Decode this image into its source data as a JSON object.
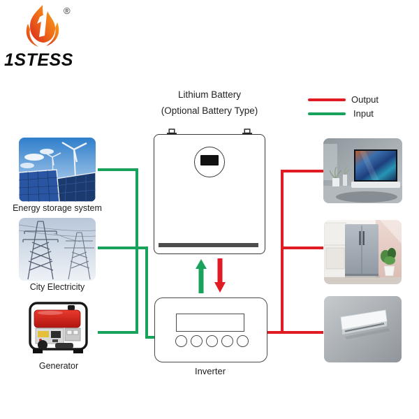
{
  "logo": {
    "brand": "1STESS",
    "registered_mark": "®"
  },
  "header": {
    "line1": "Lithium Battery",
    "line2": "(Optional Battery Type)"
  },
  "legend": {
    "output_label": "Output",
    "input_label": "Input",
    "output_color": "#e11b23",
    "input_color": "#17a35b"
  },
  "sources": [
    {
      "label": "Energy storage system",
      "image": "solar-panels-and-wind-turbines"
    },
    {
      "label": "City Electricity",
      "image": "high-voltage-transmission-towers"
    },
    {
      "label": "Generator",
      "image": "portable-fuel-generator"
    }
  ],
  "battery": {
    "image": "lithium-battery-unit"
  },
  "inverter": {
    "label": "Inverter",
    "image": "inverter-with-display-and-five-buttons"
  },
  "loads": [
    {
      "image": "television-living-room"
    },
    {
      "image": "refrigerator-kitchen"
    },
    {
      "image": "air-conditioner-wall-unit"
    }
  ],
  "arrows": {
    "up": "green-input-arrow-up",
    "down": "red-output-arrow-down"
  }
}
